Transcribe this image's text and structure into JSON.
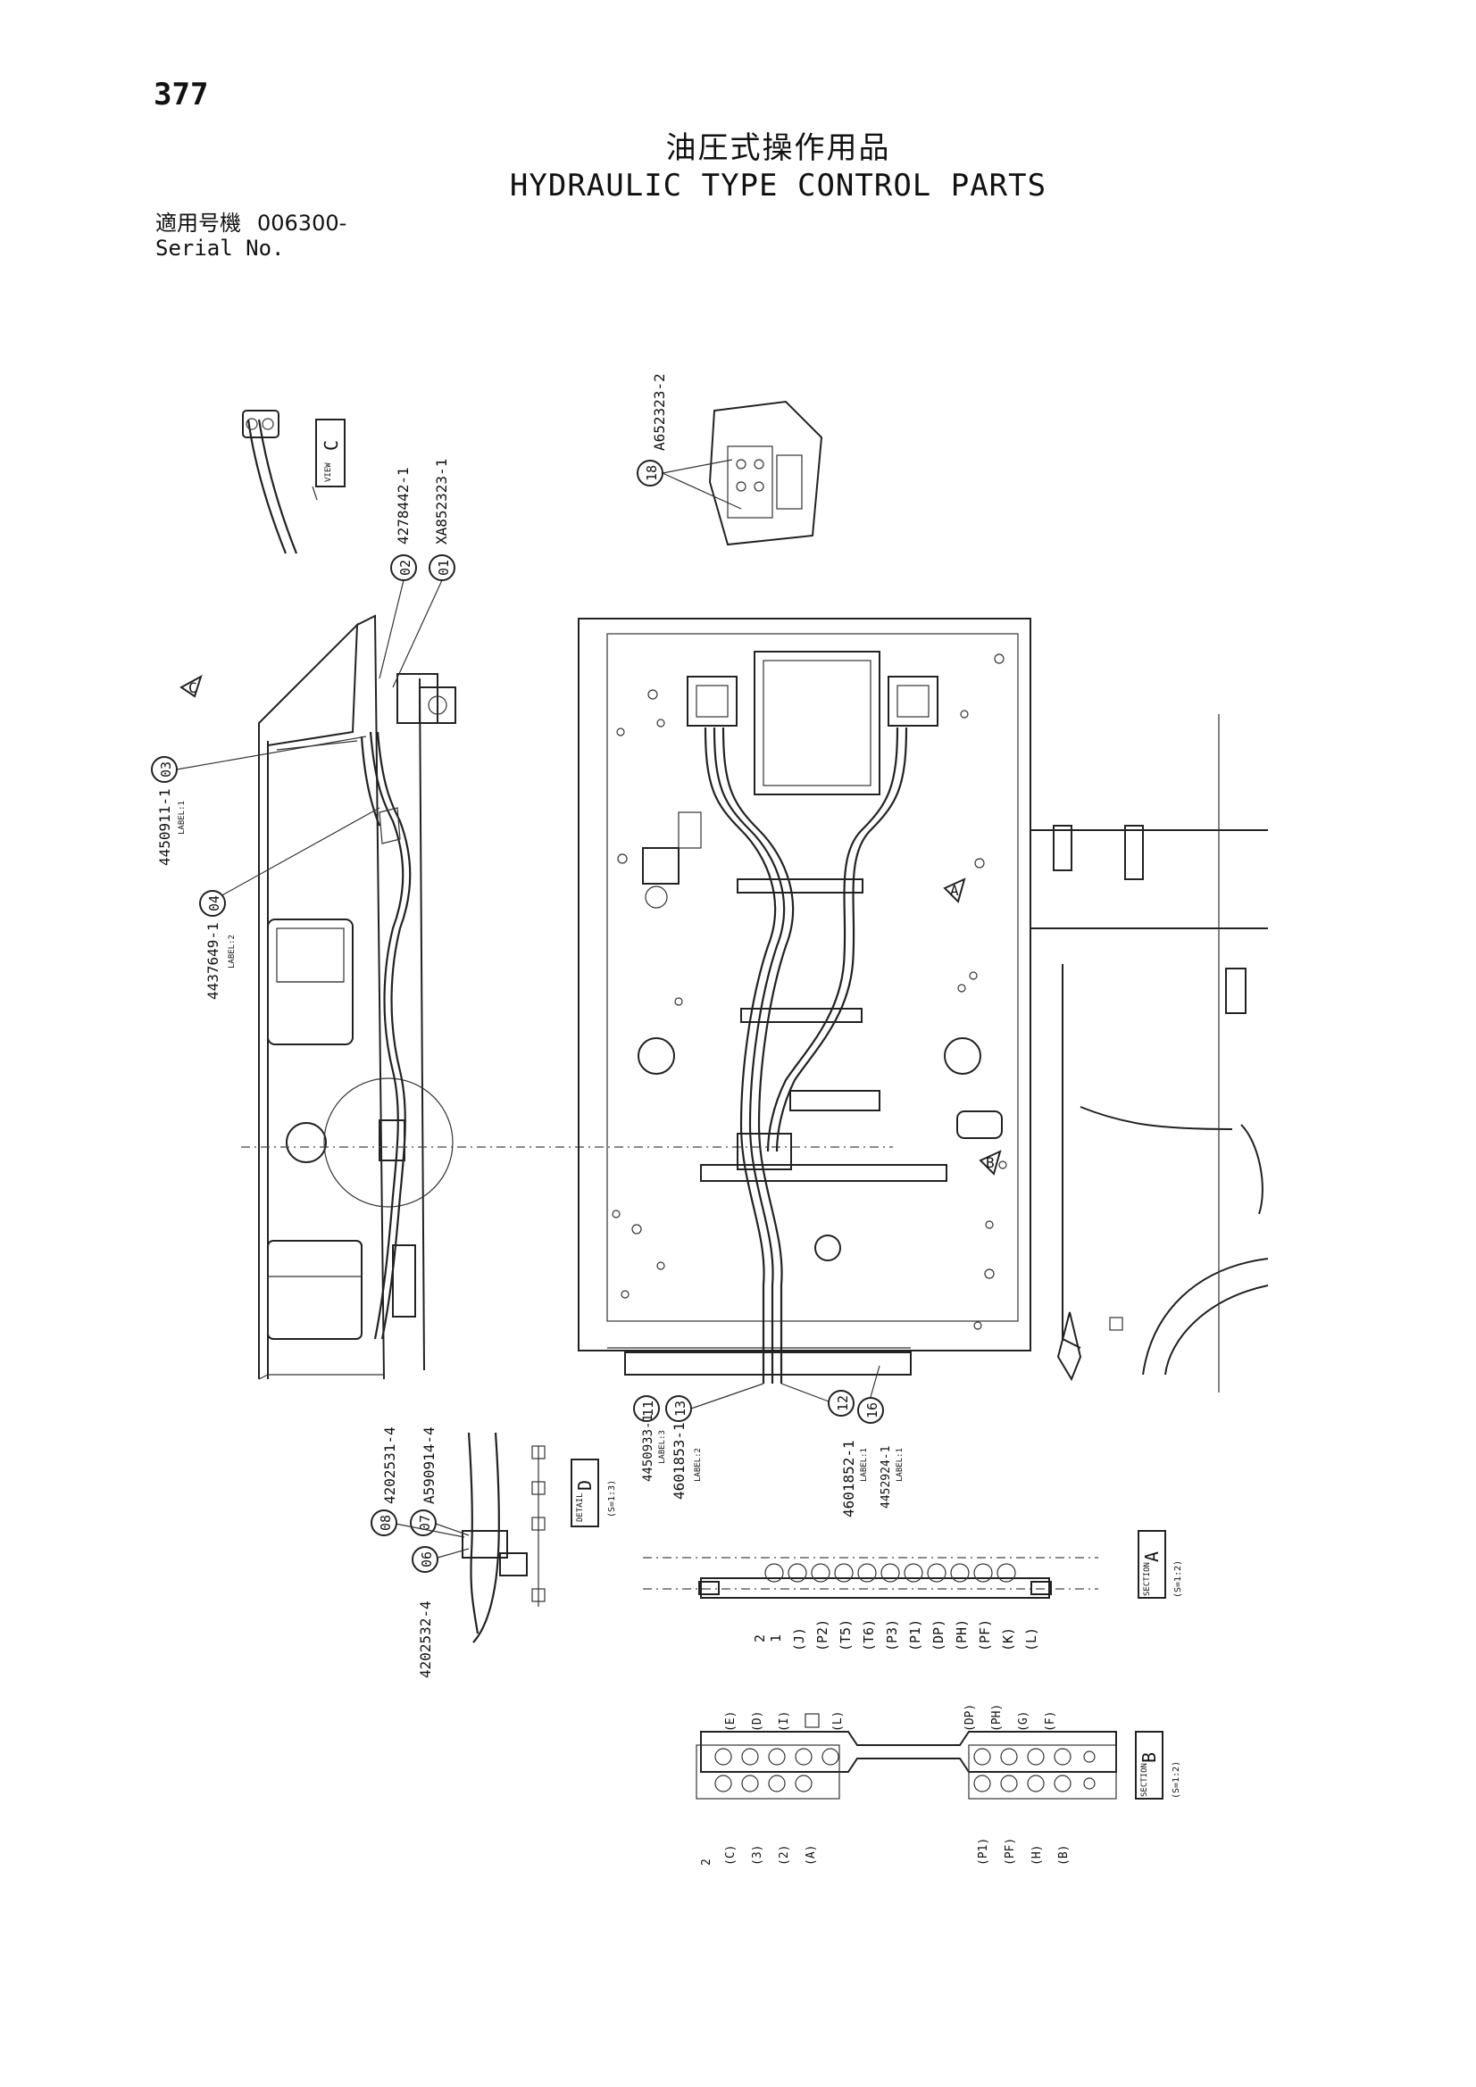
{
  "header": {
    "page_number": "377",
    "title_jp": "油圧式操作用品",
    "title_en": "HYDRAULIC TYPE CONTROL PARTS",
    "serial_label_jp": "適用号機",
    "serial_range": "006300-",
    "serial_label_en": "Serial No."
  },
  "callouts": [
    {
      "id": "01",
      "part": "XA852323-1"
    },
    {
      "id": "02",
      "part": "4278442-1"
    },
    {
      "id": "03",
      "part": "4450911-1",
      "note": "LABEL:1"
    },
    {
      "id": "04",
      "part": "4437649-1",
      "note": "LABEL:2"
    },
    {
      "id": "06",
      "part": "4202532-4"
    },
    {
      "id": "07",
      "part": "A590914-4"
    },
    {
      "id": "08",
      "part": "4202531-4"
    },
    {
      "id": "11",
      "part": "4450933-1",
      "note": "LABEL:3"
    },
    {
      "id": "12",
      "part": "4601852-1",
      "note": "LABEL:1"
    },
    {
      "id": "13",
      "part": "4601853-1",
      "note": "LABEL:2"
    },
    {
      "id": "16",
      "part": "4452924-1",
      "note": "LABEL:1"
    },
    {
      "id": "18",
      "part": "A652323-2"
    }
  ],
  "views": {
    "view_c": "C",
    "detail_d": "D",
    "section_a": "A",
    "section_b": "B",
    "scale_detail": "(S=1:3)",
    "scale_section": "(S=1:2)",
    "section_word": "SECTION",
    "view_word": "VIEW",
    "detail_word": "DETAIL"
  },
  "section_a_ports": [
    "2",
    "1",
    "(J)",
    "(P2)",
    "(T5)",
    "(T6)",
    "(P3)",
    "(P1)",
    "(DP)",
    "(PH)",
    "(PF)",
    "(K)",
    "(L)"
  ],
  "section_b_ports_left_top": [
    "(E)",
    "(D)",
    "(I)",
    "(L)"
  ],
  "section_b_ports_left_bottom": [
    "2",
    "(C)",
    "(3)",
    "(2)",
    "(A)"
  ],
  "section_b_ports_right_top": [
    "(DP)",
    "(PH)",
    "(G)",
    "(F)"
  ],
  "section_b_ports_right_bottom": [
    "(P1)",
    "(PF)",
    "(H)",
    "(B)"
  ]
}
